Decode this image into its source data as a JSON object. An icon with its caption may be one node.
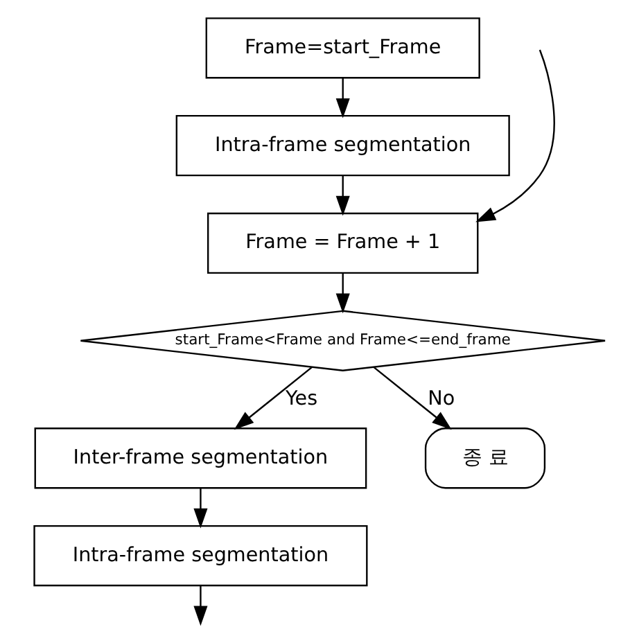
{
  "diagram": {
    "nodes": [
      {
        "text": [
          "Frame=start_Frame"
        ]
      },
      {
        "text": [
          "Intra-frame segmentation"
        ]
      },
      {
        "text": [
          "Frame = Frame + 1"
        ]
      },
      {
        "text": [
          "start_Frame<Frame and Frame<=end_frame"
        ]
      },
      {
        "text": [
          "Inter-frame segmentation"
        ]
      },
      {
        "text": [
          "종 료"
        ]
      },
      {
        "text": [
          "Intra-frame segmentation"
        ]
      }
    ],
    "edges": [
      {
        "from": 0,
        "to": 1,
        "arrow": "to"
      },
      {
        "from": 1,
        "to": 2,
        "arrow": "to"
      },
      {
        "from": 2,
        "to": 3,
        "arrow": "to"
      },
      {
        "from": 3,
        "to": 5,
        "arrow": "to",
        "label": "No"
      },
      {
        "from": 3,
        "to": 4,
        "arrow": "to",
        "label": "Yes"
      },
      {
        "from": 4,
        "to": 6,
        "arrow": "to"
      },
      {
        "from": 6,
        "to": null,
        "arrow": "to"
      },
      {
        "from": null,
        "to": 2,
        "arrow": "to"
      }
    ]
  }
}
